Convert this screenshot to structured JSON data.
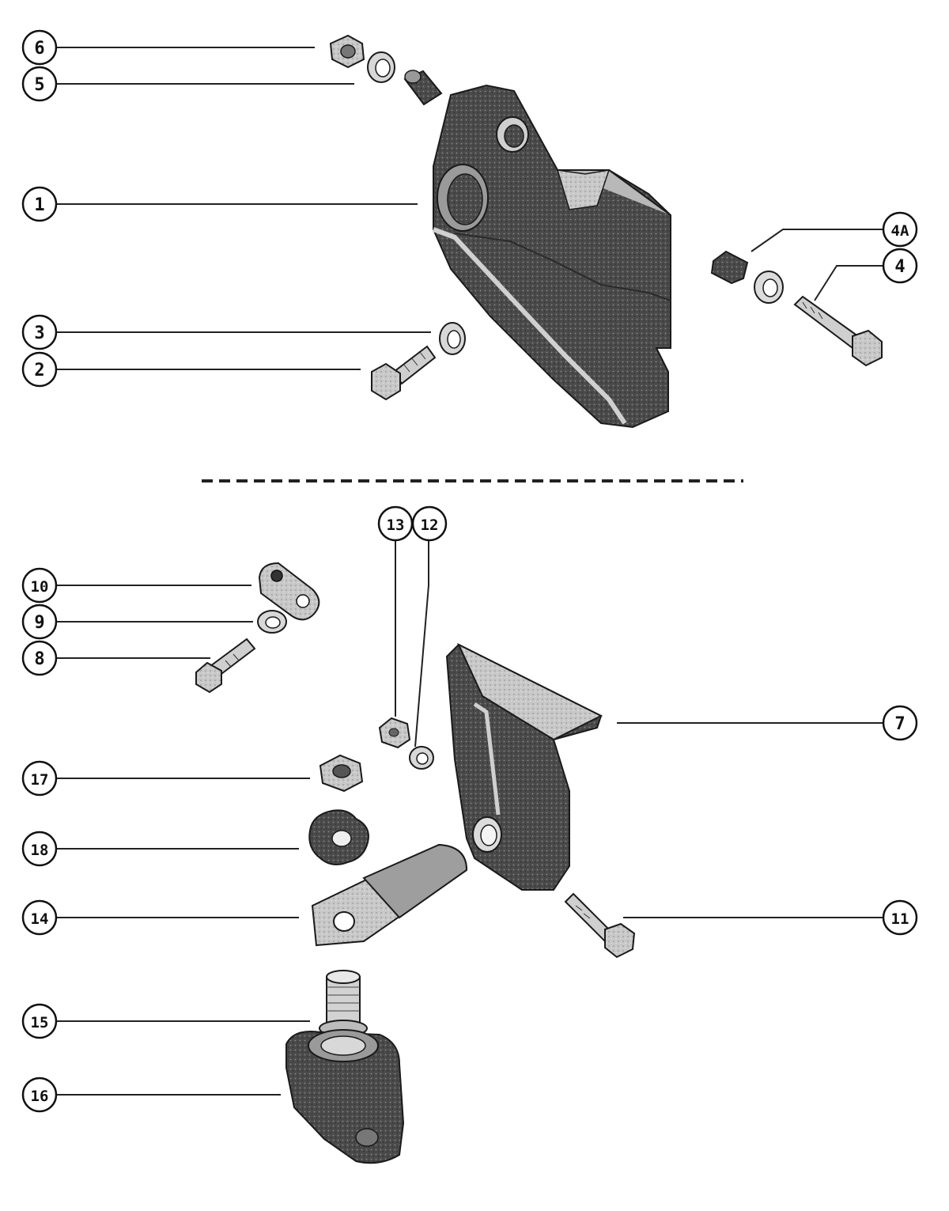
{
  "callouts": {
    "c6": "6",
    "c5": "5",
    "c1": "1",
    "c4a": "4A",
    "c4": "4",
    "c3": "3",
    "c2": "2",
    "c13": "13",
    "c12": "12",
    "c10": "10",
    "c9": "9",
    "c8": "8",
    "c7": "7",
    "c17": "17",
    "c18": "18",
    "c14": "14",
    "c11": "11",
    "c15": "15",
    "c16": "16"
  }
}
